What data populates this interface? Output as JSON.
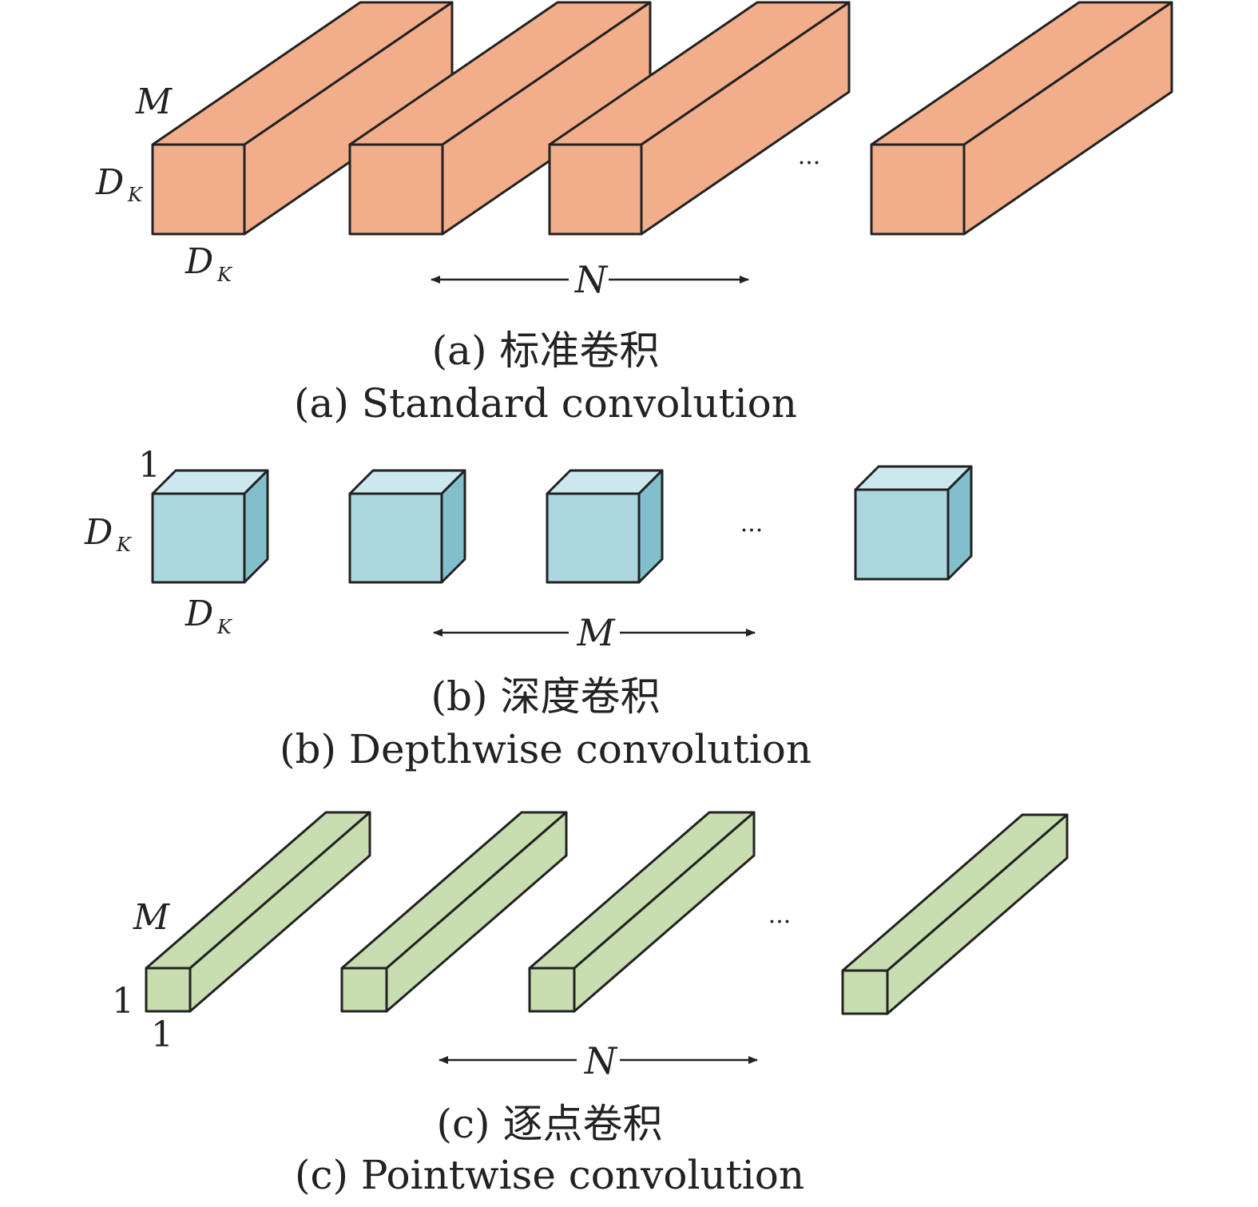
{
  "colors": {
    "standard_front": "#f2ae8b",
    "standard_top": "#f2ae8b",
    "standard_side": "#f2ae8b",
    "depthwise_front": "#acd7de",
    "depthwise_top": "#cbe8ee",
    "depthwise_side": "#82bfcc",
    "pointwise": "#c8ddb0",
    "stroke": "#222222"
  },
  "panels": [
    {
      "id": "a",
      "kind": "standard",
      "icons": "orange-filter-prism",
      "labels": {
        "depth": "M",
        "height_base": "D",
        "height_sub": "K",
        "width_base": "D",
        "width_sub": "K"
      },
      "ellipsis": "···",
      "count_label": "N",
      "caption_cn": "(a) 标准卷积",
      "caption_en": "(a) Standard convolution"
    },
    {
      "id": "b",
      "kind": "depthwise",
      "icons": "blue-filter-cube",
      "labels": {
        "depth": "1",
        "height_base": "D",
        "height_sub": "K",
        "width_base": "D",
        "width_sub": "K"
      },
      "ellipsis": "···",
      "count_label": "M",
      "caption_cn": "(b) 深度卷积",
      "caption_en": "(b) Depthwise convolution"
    },
    {
      "id": "c",
      "kind": "pointwise",
      "icons": "green-filter-rod",
      "labels": {
        "depth": "M",
        "height": "1",
        "width": "1"
      },
      "ellipsis": "···",
      "count_label": "N",
      "caption_cn": "(c) 逐点卷积",
      "caption_en": "(c) Pointwise convolution"
    }
  ]
}
